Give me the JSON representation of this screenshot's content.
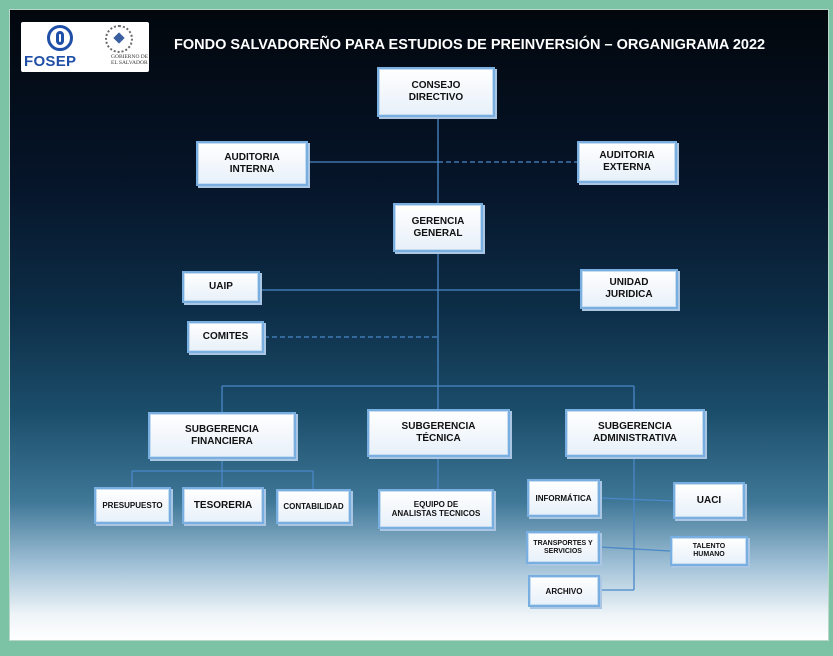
{
  "header": {
    "title": "FONDO SALVADOREÑO PARA ESTUDIOS DE PREINVERSIÓN – ORGANIGRAMA 2022",
    "logo_text": "FOSEP",
    "gov_text": "GOBIERNO DE EL SALVADOR"
  },
  "colors": {
    "background": "#7cc3a6",
    "box_border": "#79aee0",
    "connector": "#4a88c8",
    "title_text": "#ffffff"
  },
  "nodes": {
    "consejo": "CONSEJO\nDIRECTIVO",
    "auditoria_interna": "AUDITORIA\nINTERNA",
    "auditoria_externa": "AUDITORIA\nEXTERNA",
    "gerencia": "GERENCIA\nGENERAL",
    "uaip": "UAIP",
    "juridica": "UNIDAD\nJURIDICA",
    "comites": "COMITES",
    "sub_financiera": "SUBGERENCIA\nFINANCIERA",
    "sub_tecnica": "SUBGERENCIA\nTÉCNICA",
    "sub_administrativa": "SUBGERENCIA\nADMINISTRATIVA",
    "presupuesto": "PRESUPUESTO",
    "tesoreria": "TESORERIA",
    "contabilidad": "CONTABILIDAD",
    "analistas": "EQUIPO DE\nANALISTAS TECNICOS",
    "informatica": "INFORMÁTICA",
    "uaci": "UACI",
    "transportes": "TRANSPORTES Y\nSERVICIOS",
    "talento": "TALENTO\nHUMANO",
    "archivo": "ARCHIVO"
  }
}
